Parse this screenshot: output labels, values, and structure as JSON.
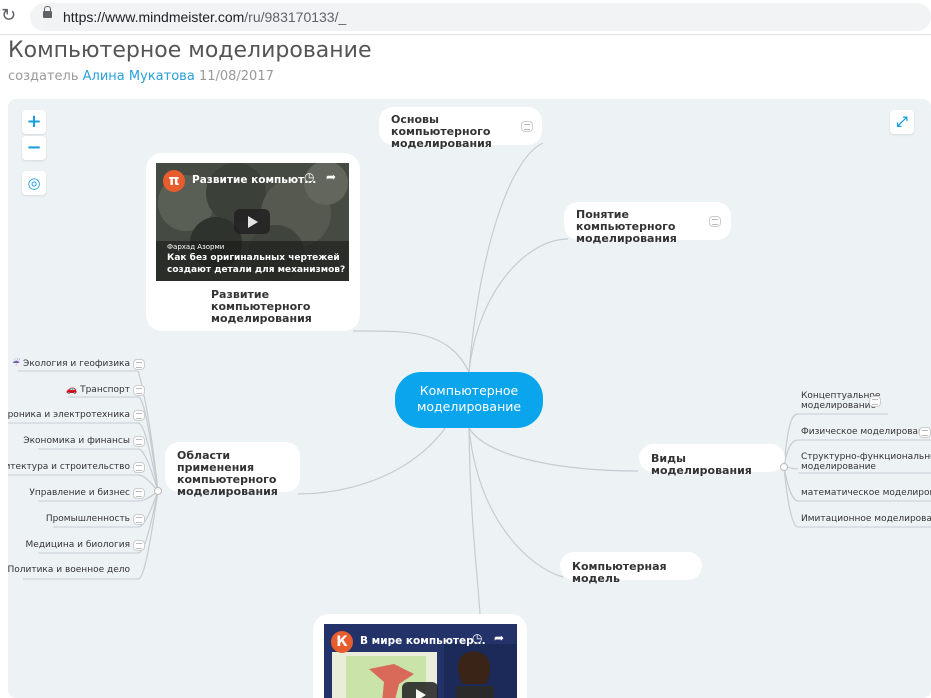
{
  "browser": {
    "url_host": "https://www.mindmeister.com",
    "url_path": "/ru/983170133/_"
  },
  "map": {
    "title": "Компьютерное моделирование",
    "creator_label": "создатель",
    "creator_name": "Алина Мукатова",
    "date": "11/08/2017"
  },
  "controls": {
    "zoom_in": "+",
    "zoom_out": "−",
    "center": "◎",
    "fullscreen": "⤢"
  },
  "root": {
    "line1": "Компьютерное",
    "line2": "моделирование"
  },
  "branches": {
    "osnovy": {
      "line1": "Основы компьютерного",
      "line2": "моделирования"
    },
    "ponyatie": {
      "line1": "Понятие компьютерного",
      "line2": "моделирования"
    },
    "razvitie": {
      "line1": "Развитие",
      "line2": "компьютерного",
      "line3": "моделирования"
    },
    "oblasti": {
      "line1": "Области применения",
      "line2": "компьютерного",
      "line3": "моделирования"
    },
    "vidy": {
      "label": "Виды моделирования"
    },
    "model": {
      "label": "Компьютерная модель"
    }
  },
  "oblasti_children": [
    "Экология и геофизика",
    "Транспорт",
    "Электроника и электротехника",
    "Экономика и финансы",
    "Архитектура и строительство",
    "Управление и бизнес",
    "Промышленность",
    "Медицина и биология",
    "Политика и военное дело"
  ],
  "oblasti_icons": {
    "ecology": "☔",
    "transport": "🚗"
  },
  "vidy_children": [
    {
      "line1": "Концептуальное",
      "line2": "моделирование"
    },
    {
      "line1": "Физическое моделирование",
      "line2": ""
    },
    {
      "line1": "Структурно-функциональное",
      "line2": "моделирование"
    },
    {
      "line1": "математическое моделирование",
      "line2": ""
    },
    {
      "line1": "Имитационное моделирование",
      "line2": ""
    }
  ],
  "videos": {
    "v1": {
      "title": "Развитие компьют...",
      "avatar": "π",
      "author": "Фархад Азорми",
      "caption_line1": "Как без оригинальных чертежей",
      "caption_line2": "создают детали для механизмов?",
      "clock_icon": "clock-icon",
      "share_icon": "share-icon"
    },
    "v2": {
      "title": "В мире компьютер...",
      "avatar": "К",
      "clock_icon": "clock-icon",
      "share_icon": "share-icon"
    }
  },
  "colors": {
    "accent": "#0aa5ec",
    "canvas": "#edf2f5",
    "link": "#2aa0dc"
  }
}
